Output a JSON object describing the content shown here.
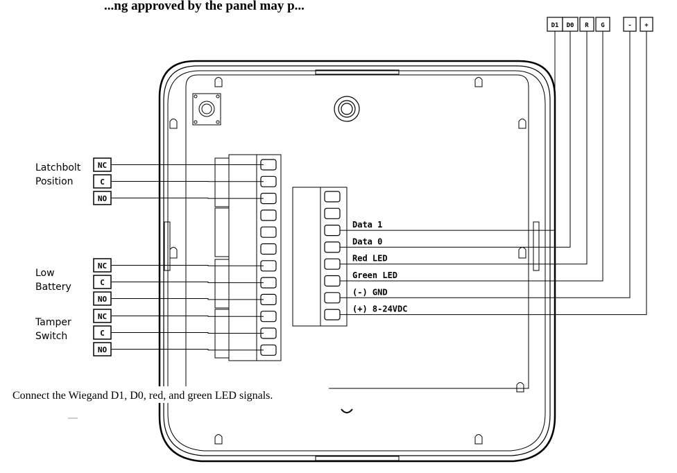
{
  "title": "...ng approved by the panel may p...",
  "caption": "Connect the Wiegand D1, D0, red, and green LED signals.",
  "top_terminals": [
    "D1",
    "D0",
    "R",
    "G",
    "-",
    "+"
  ],
  "relay_groups": [
    {
      "label_line1": "Latchbolt",
      "label_line2": "Position",
      "contacts": [
        "NC",
        "C",
        "NO"
      ]
    },
    {
      "label_line1": "Low",
      "label_line2": "Battery",
      "contacts": [
        "NC",
        "C",
        "NO"
      ]
    },
    {
      "label_line1": "Tamper",
      "label_line2": "Switch",
      "contacts": [
        "NC",
        "C",
        "NO"
      ]
    }
  ],
  "signal_wires": [
    {
      "label": "Data 1",
      "terminal": "D1"
    },
    {
      "label": "Data 0",
      "terminal": "D0"
    },
    {
      "label": "Red LED",
      "terminal": "R"
    },
    {
      "label": "Green LED",
      "terminal": "G"
    },
    {
      "label": "(-) GND",
      "terminal": "-"
    },
    {
      "label": "(+) 8-24VDC",
      "terminal": "+"
    }
  ]
}
